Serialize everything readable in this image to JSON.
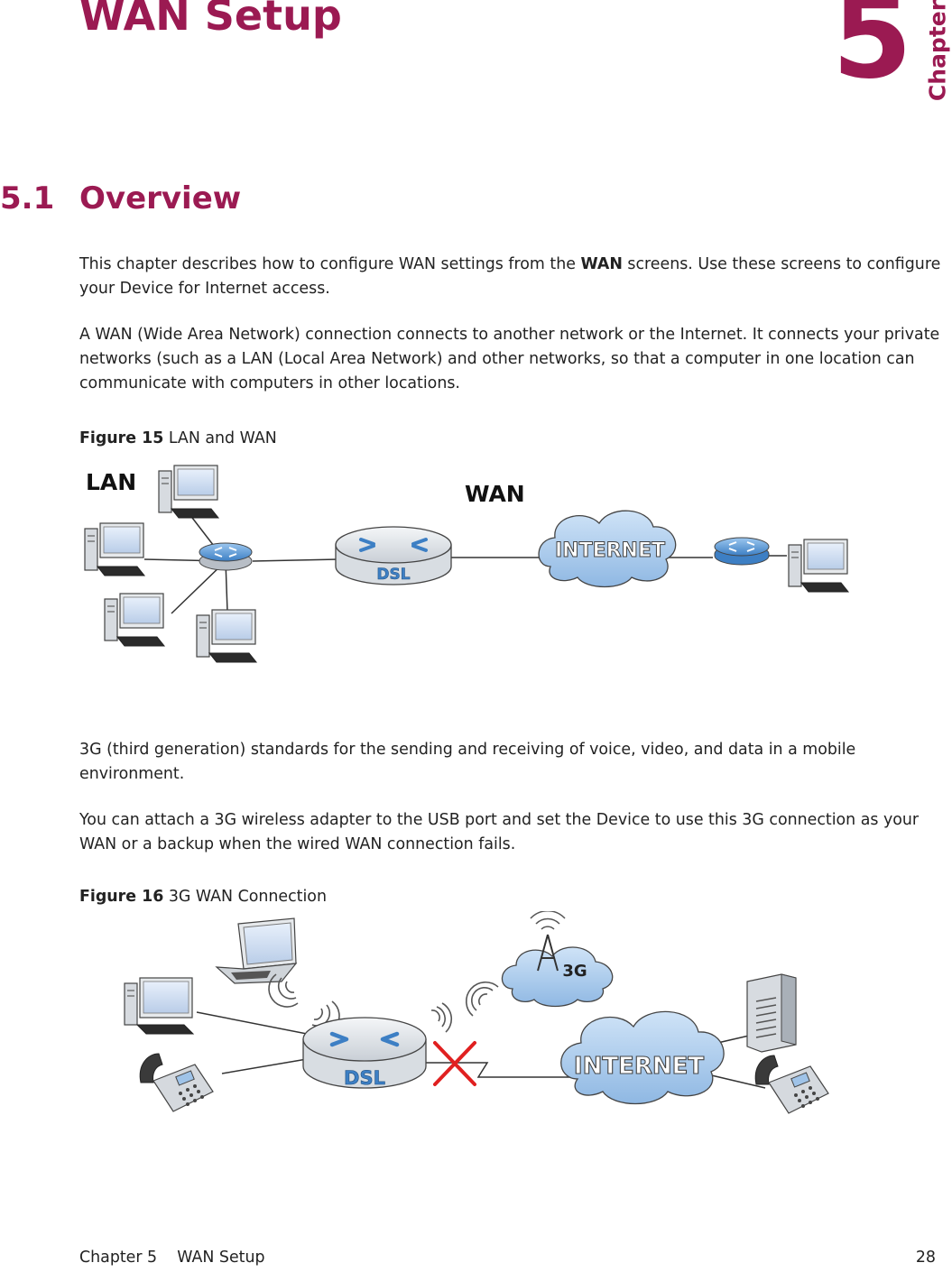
{
  "header": {
    "title": "WAN Setup",
    "chapter_number": "5",
    "chapter_word": "Chapter"
  },
  "section": {
    "number": "5.1",
    "title": "Overview"
  },
  "paragraphs": {
    "p1_before": "This chapter describes how to configure WAN settings from the ",
    "p1_bold": "WAN",
    "p1_after": " screens. Use these screens to configure your Device for Internet access.",
    "p2": "A WAN (Wide Area Network) connection connects to another network or the Internet. It connects your private networks (such as a LAN (Local Area Network) and other networks, so that a computer in one location can communicate with computers in other locations.",
    "p3": "3G (third generation) standards for the sending and receiving of voice, video, and data in a mobile environment.",
    "p4": "You can attach a 3G wireless adapter to the USB port and set the Device to use this 3G connection as your WAN or a backup when the wired WAN connection fails."
  },
  "figure15": {
    "label": "Figure 15",
    "caption": "LAN and WAN",
    "lan_label": "LAN",
    "wan_label": "WAN",
    "dsl_label": "DSL",
    "internet_label": "INTERNET"
  },
  "figure16": {
    "label": "Figure 16",
    "caption": "3G WAN Connection",
    "dsl_label": "DSL",
    "internet_label": "INTERNET",
    "threeg_label": "3G"
  },
  "footer": {
    "chapter": "Chapter 5",
    "title": "WAN Setup",
    "page": "28"
  },
  "colors": {
    "accent": "#9b1a52",
    "router_blue": "#4a90d9",
    "fail_red": "#e02020"
  }
}
